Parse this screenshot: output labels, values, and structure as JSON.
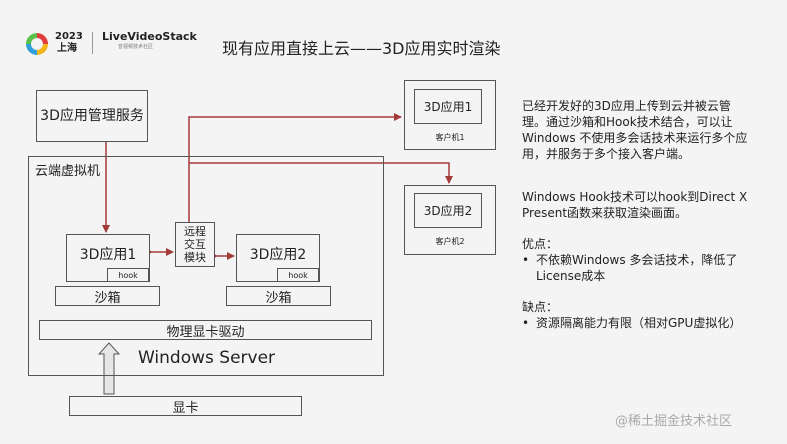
{
  "header": {
    "logo_year": "2023",
    "logo_city": "上海",
    "logo_brand": "LiveVideoStack",
    "logo_sub": "音视频技术社区",
    "title": "现有应用直接上云——3D应用实时渲染"
  },
  "diagram": {
    "mgmt_service": "3D应用管理服务",
    "vm_label": "云端虚拟机",
    "app1": "3D应用1",
    "app2": "3D应用2",
    "hook1": "hook",
    "hook2": "hook",
    "sandbox1": "沙箱",
    "sandbox2": "沙箱",
    "interact_module": "远程交互模块",
    "gpu_driver": "物理显卡驱动",
    "windows_server": "Windows Server",
    "gpu": "显卡",
    "client1_app": "3D应用1",
    "client1_label": "客户机1",
    "client2_app": "3D应用2",
    "client2_label": "客户机2"
  },
  "description": {
    "para1": "已经开发好的3D应用上传到云并被云管理。通过沙箱和Hook技术结合，可以让Windows 不使用多会话技术来运行多个应用，并服务于多个接入客户端。",
    "para2": "Windows Hook技术可以hook到Direct X Present函数来获取渲染画面。",
    "pros_title": "优点：",
    "pros_item": "不依赖Windows 多会话技术，降低了License成本",
    "cons_title": "缺点：",
    "cons_item": "资源隔离能力有限（相对GPU虚拟化）",
    "bullet": "•"
  },
  "watermark": "@稀土掘金技术社区",
  "colors": {
    "arrow": "#a33a3a",
    "border": "#555555",
    "background": "#f4f4f4"
  }
}
